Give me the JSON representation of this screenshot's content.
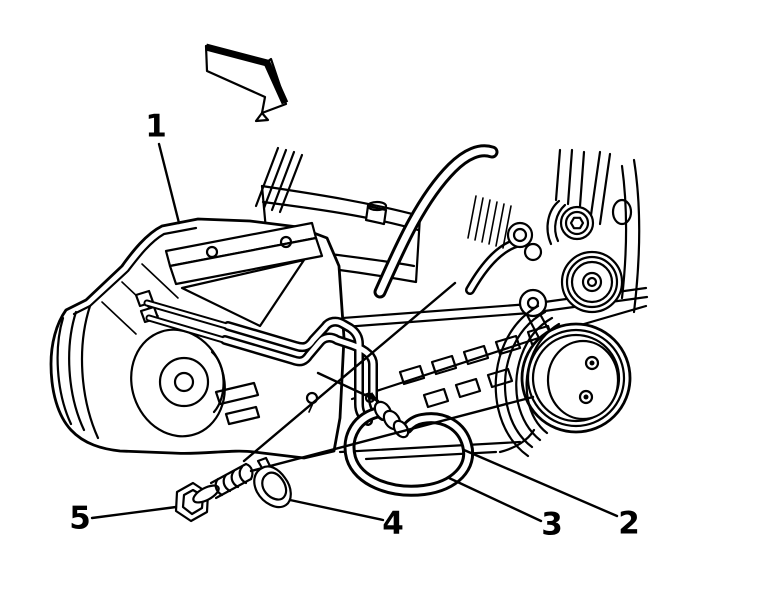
{
  "figure": {
    "background_color": "#ffffff",
    "line_color": "#000000",
    "callouts": [
      {
        "label": "1"
      },
      {
        "label": "2"
      },
      {
        "label": "3"
      },
      {
        "label": "4"
      },
      {
        "label": "5"
      }
    ],
    "icons": [
      {
        "name": "direction-arrow"
      }
    ]
  }
}
